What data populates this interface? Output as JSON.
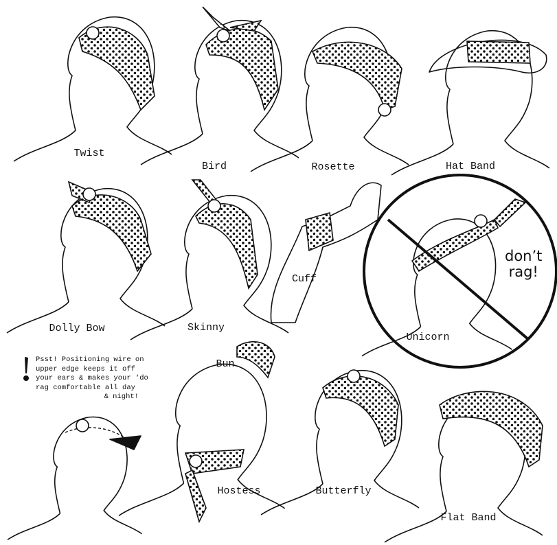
{
  "styles": [
    {
      "id": "twist",
      "label": "Twist"
    },
    {
      "id": "bird",
      "label": "Bird"
    },
    {
      "id": "rosette",
      "label": "Rosette"
    },
    {
      "id": "hat-band",
      "label": "Hat Band"
    },
    {
      "id": "dolly-bow",
      "label": "Dolly Bow"
    },
    {
      "id": "skinny",
      "label": "Skinny"
    },
    {
      "id": "cuff",
      "label": "Cuff"
    },
    {
      "id": "unicorn",
      "label": "Unicorn"
    },
    {
      "id": "bun",
      "label": "Bun"
    },
    {
      "id": "hostess",
      "label": "Hostess"
    },
    {
      "id": "butterfly",
      "label": "Butterfly"
    },
    {
      "id": "flat-band",
      "label": "Flat Band"
    }
  ],
  "warning": {
    "line1": "don’t",
    "line2": "rag!"
  },
  "note": {
    "lines": [
      "Psst! Positioning wire on",
      "upper edge keeps it off",
      "your ears & makes your ‘do",
      "rag comfortable all day"
    ],
    "last": "& night!"
  }
}
